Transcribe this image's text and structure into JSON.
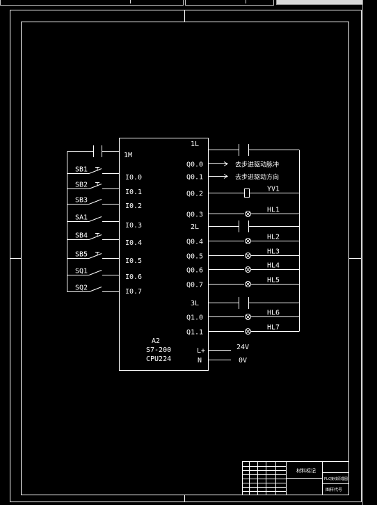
{
  "plc": {
    "designator": "A2",
    "model": "S7-200",
    "cpu": "CPU224",
    "common_left": "1M",
    "common_outputs": [
      "1L",
      "2L",
      "3L"
    ],
    "power_pins": [
      "L+",
      "N"
    ]
  },
  "inputs": [
    {
      "device": "SB1",
      "pin": "I0.0"
    },
    {
      "device": "SB2",
      "pin": "I0.1"
    },
    {
      "device": "SB3",
      "pin": "I0.2"
    },
    {
      "device": "SA1",
      "pin": "I0.3"
    },
    {
      "device": "SB4",
      "pin": "I0.4"
    },
    {
      "device": "SB5",
      "pin": "I0.5"
    },
    {
      "device": "SQ1",
      "pin": "I0.6"
    },
    {
      "device": "SQ2",
      "pin": "I0.7"
    }
  ],
  "outputs": [
    {
      "pin": "Q0.0",
      "label": "去步进驱动脉冲"
    },
    {
      "pin": "Q0.1",
      "label": "去步进驱动方向"
    },
    {
      "pin": "Q0.2",
      "label": "YV1"
    },
    {
      "pin": "Q0.3",
      "label": "HL1"
    },
    {
      "pin": "Q0.4",
      "label": "HL2"
    },
    {
      "pin": "Q0.5",
      "label": "HL3"
    },
    {
      "pin": "Q0.6",
      "label": "HL4"
    },
    {
      "pin": "Q0.7",
      "label": "HL5"
    },
    {
      "pin": "Q1.0",
      "label": "HL6"
    },
    {
      "pin": "Q1.1",
      "label": "HL7"
    }
  ],
  "power": {
    "positive": "24V",
    "neutral": "0V"
  },
  "title_block": {
    "cell_1": "材料标记",
    "cell_2": "PLC接线原理图",
    "cell_3": "图样代号"
  },
  "colors": {
    "background": "#000000",
    "lines": "#ffffff"
  }
}
